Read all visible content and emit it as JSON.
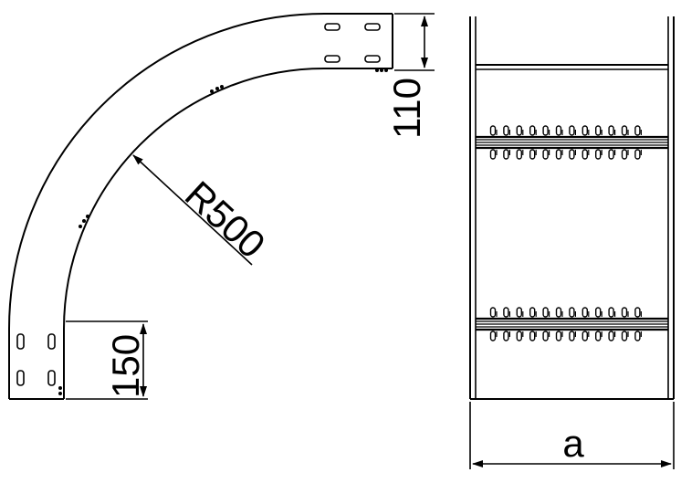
{
  "drawing": {
    "side_view": {
      "dim_height_top": "110",
      "dim_height_bottom": "150",
      "dim_radius": "R500"
    },
    "front_view": {
      "dim_width": "a"
    }
  },
  "colors": {
    "line": "#000000",
    "background": "#ffffff"
  }
}
